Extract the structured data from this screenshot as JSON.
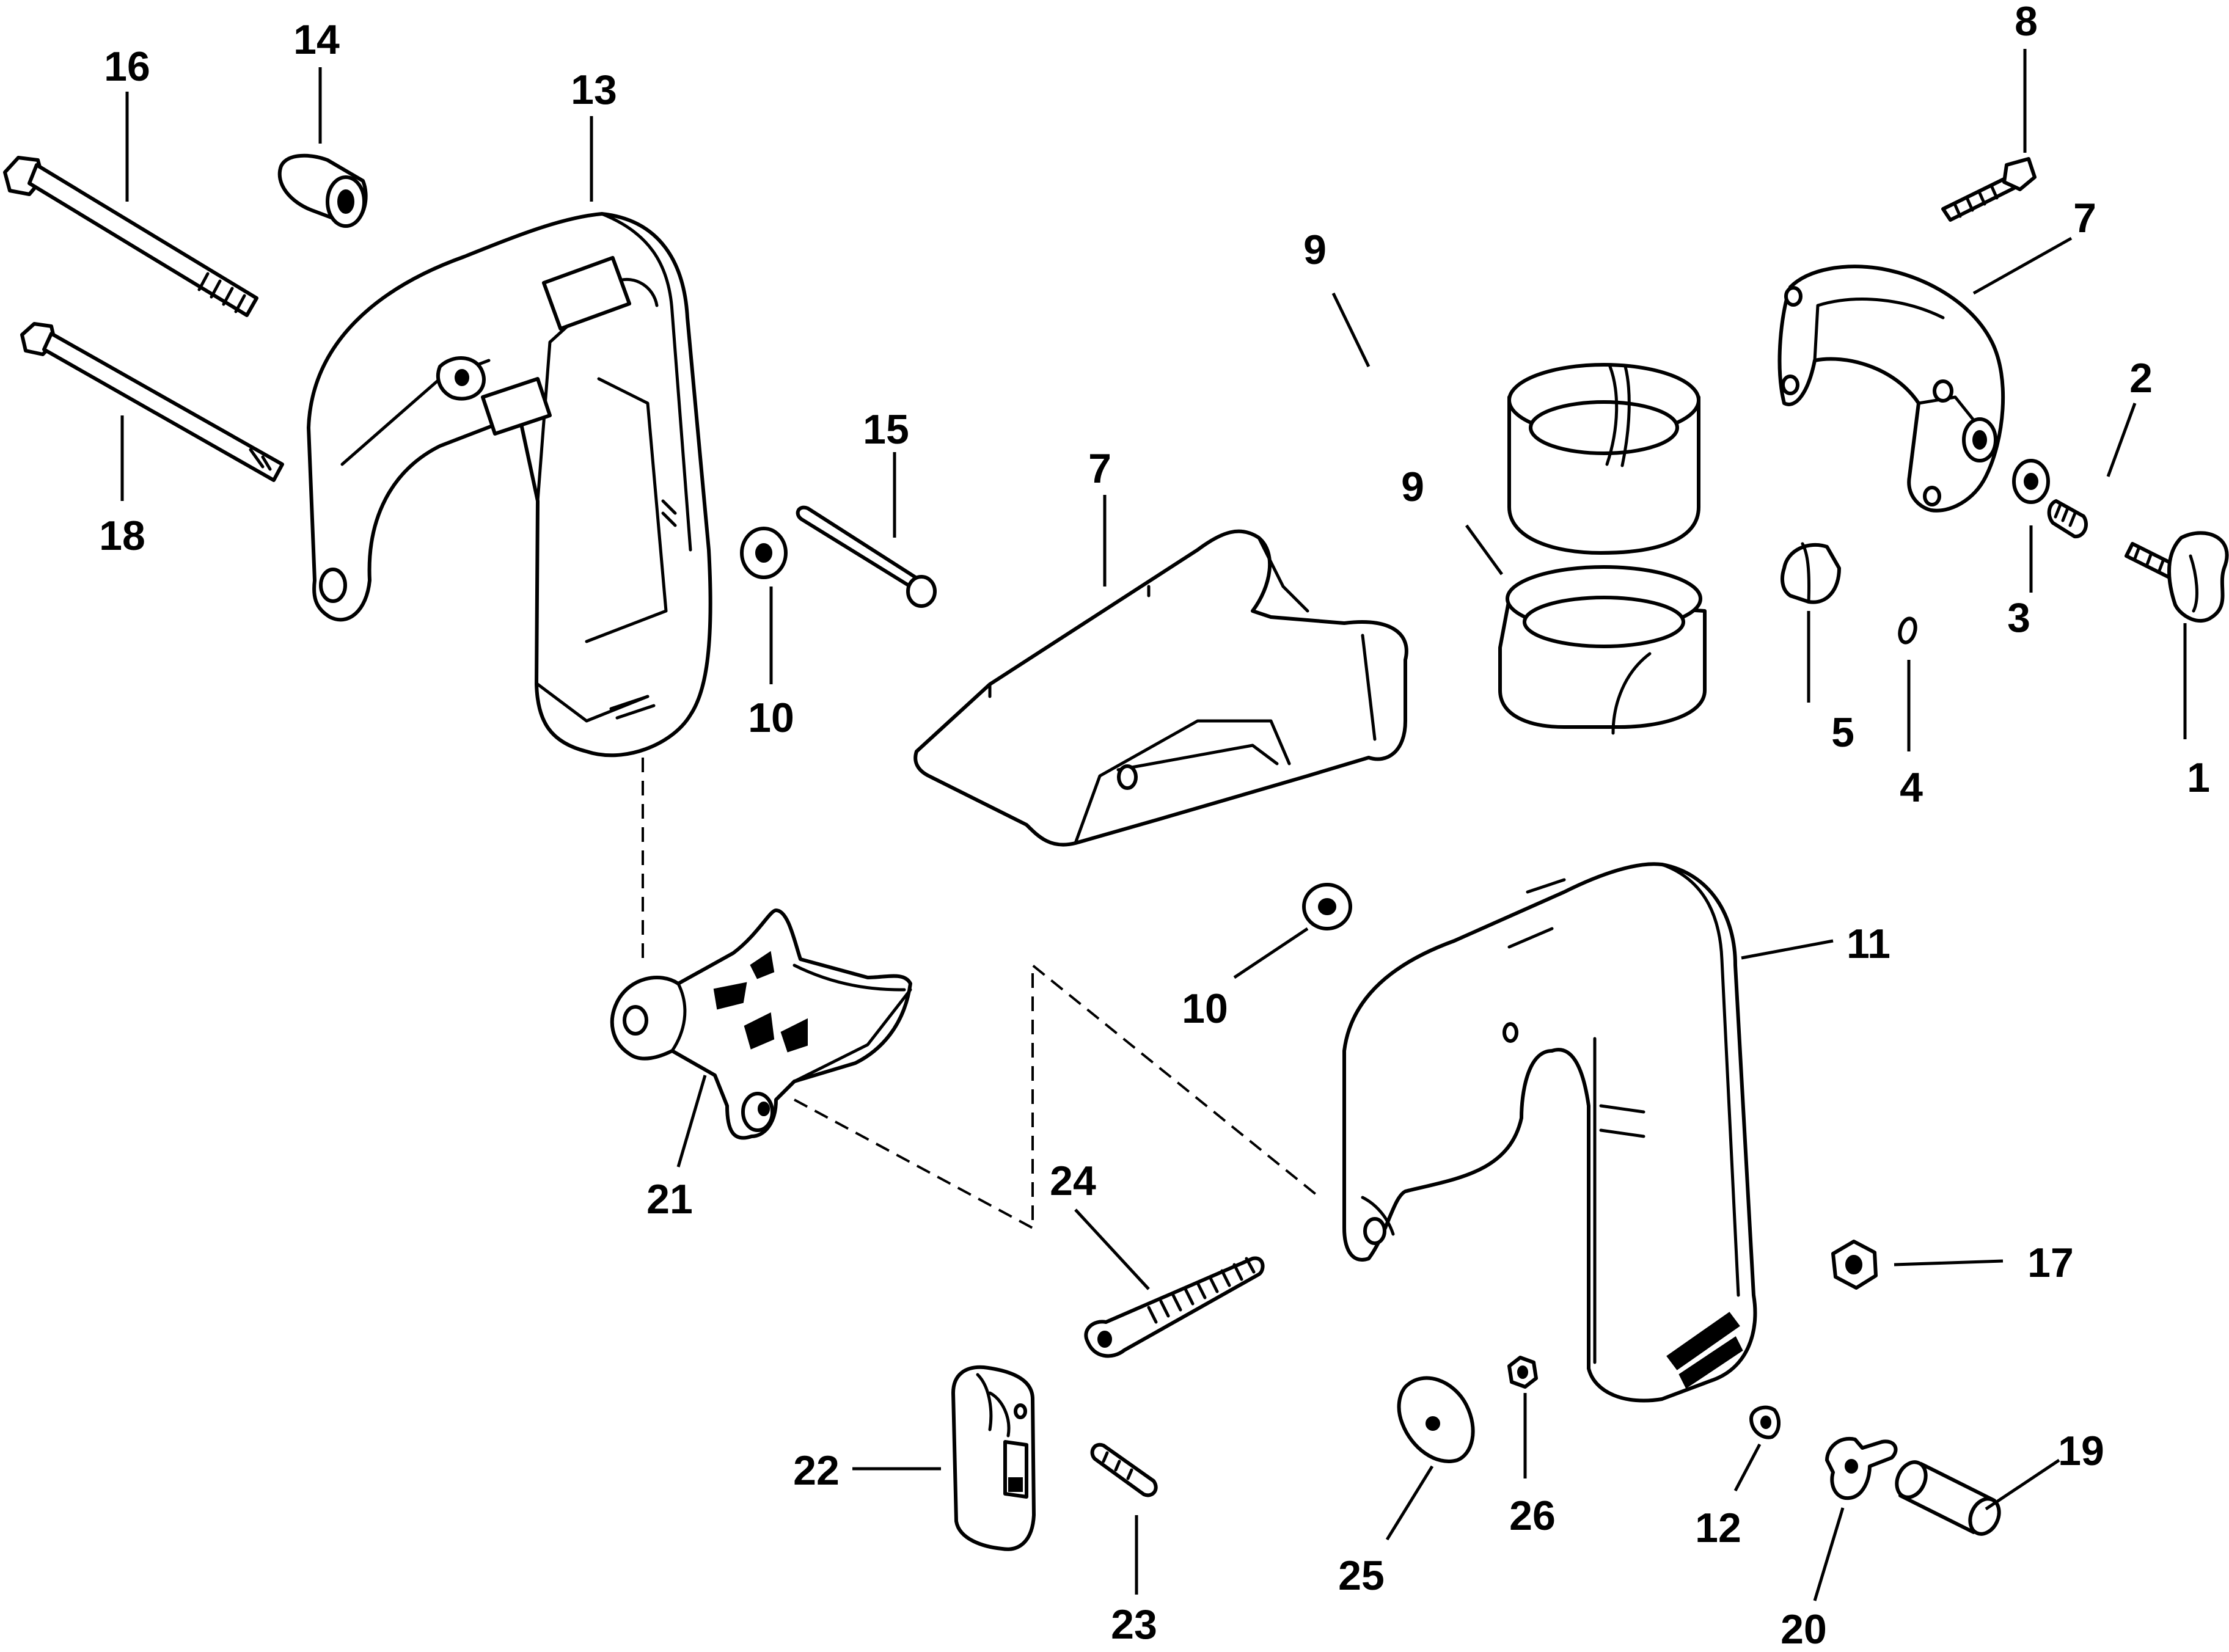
{
  "diagram": {
    "type": "exploded-parts-diagram",
    "line_color": "#000000",
    "background": "#ffffff",
    "callouts": [
      "1",
      "2",
      "3",
      "4",
      "5",
      "7",
      "7",
      "8",
      "9",
      "9",
      "10",
      "10",
      "11",
      "12",
      "13",
      "14",
      "15",
      "16",
      "17",
      "18",
      "19",
      "20",
      "21",
      "22",
      "23",
      "24",
      "25",
      "26"
    ]
  }
}
